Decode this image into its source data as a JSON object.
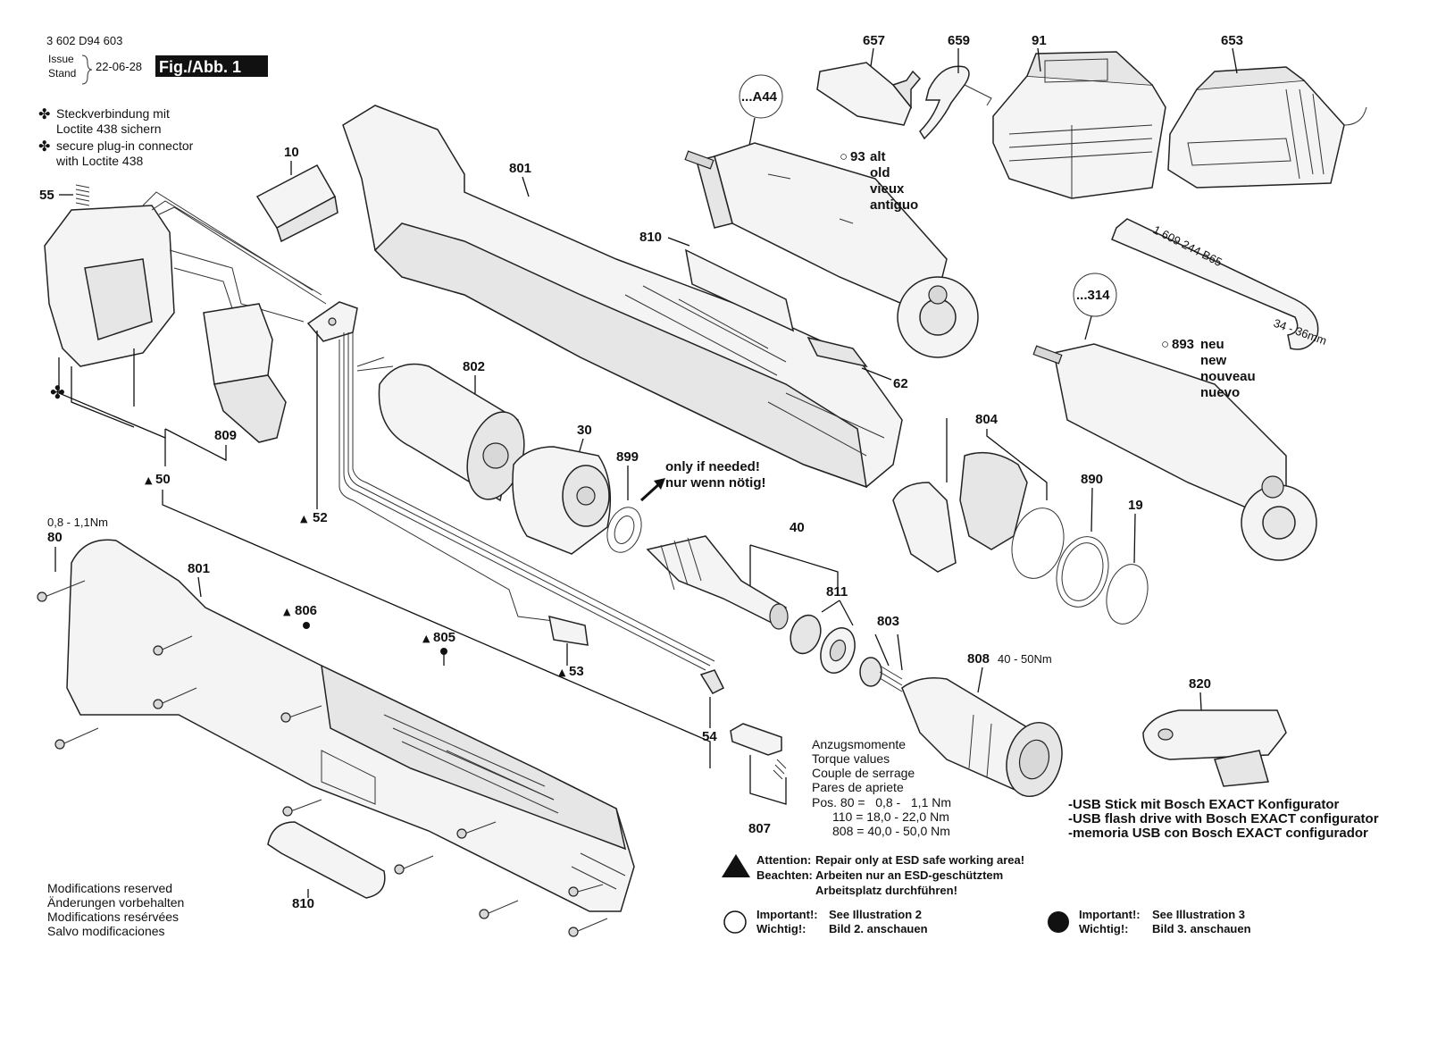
{
  "header": {
    "doc_number": "3 602 D94 603",
    "issue_label_1": "Issue",
    "issue_label_2": "Stand",
    "issue_date": "22-06-28",
    "figure_badge": "Fig./Abb. 1"
  },
  "notes": {
    "loctite_de_1": "Steckverbindung mit",
    "loctite_de_2": "Loctite 438 sichern",
    "loctite_en_1": "secure plug-in connector",
    "loctite_en_2": "with Loctite 438",
    "motor_old_1": "alt",
    "motor_old_2": "old",
    "motor_old_3": "vieux",
    "motor_old_4": "antiguo",
    "motor_new_1": "neu",
    "motor_new_2": "new",
    "motor_new_3": "nouveau",
    "motor_new_4": "nuevo",
    "only_if_needed_1": "only if needed!",
    "only_if_needed_2": "nur wenn nötig!",
    "wrench_code": "1 609 244 B65",
    "wrench_size": "34 - 36mm",
    "torque_80": "0,8 - 1,1Nm",
    "torque_808": "40 - 50Nm"
  },
  "torque_table": {
    "title_de": "Anzugsmomente",
    "title_en": "Torque values",
    "title_fr": "Couple de serrage",
    "title_es": "Pares de apriete",
    "row1": "Pos. 80 =   0,8 -   1,1 Nm",
    "row2": "110 = 18,0 - 22,0 Nm",
    "row3": "808 = 40,0 - 50,0 Nm"
  },
  "usb_notes": {
    "line_de": "-USB Stick mit Bosch EXACT Konfigurator",
    "line_en": "-USB flash drive with Bosch EXACT configurator",
    "line_es": "-memoria USB con Bosch EXACT configurador"
  },
  "esd_notice": {
    "attention_label": "Attention:",
    "attention_text": "Repair only at ESD safe working area!",
    "beachten_label": "Beachten:",
    "beachten_text_1": "Arbeiten nur an ESD-geschütztem",
    "beachten_text_2": "Arbeitsplatz durchführen!"
  },
  "illustration_refs": {
    "open_label_1": "Important!:",
    "open_text_1": "See Illustration 2",
    "open_label_2": "Wichtig!:",
    "open_text_2": "Bild 2. anschauen",
    "filled_label_1": "Important!:",
    "filled_text_1": "See Illustration 3",
    "filled_label_2": "Wichtig!:",
    "filled_text_2": "Bild 3. anschauen"
  },
  "modifications": {
    "en": "Modifications reserved",
    "de": "Änderungen vorbehalten",
    "fr": "Modifications resérvées",
    "es": "Salvo modificaciones"
  },
  "part_numbers": {
    "p657": "657",
    "p659": "659",
    "p91": "91",
    "p653": "653",
    "pA44": "...A44",
    "p93": "93",
    "p10": "10",
    "p801a": "801",
    "p55": "55",
    "p810a": "810",
    "p314": "...314",
    "p893": "893",
    "p802": "802",
    "p30": "30",
    "p62": "62",
    "p809": "809",
    "p804": "804",
    "p899": "899",
    "p890": "890",
    "p19": "19",
    "p50": "50",
    "p52": "52",
    "p80": "80",
    "p801b": "801",
    "p40": "40",
    "p811": "811",
    "p806": "806",
    "p803": "803",
    "p805": "805",
    "p808": "808",
    "p53": "53",
    "p820": "820",
    "p54": "54",
    "p807": "807",
    "p810b": "810"
  }
}
